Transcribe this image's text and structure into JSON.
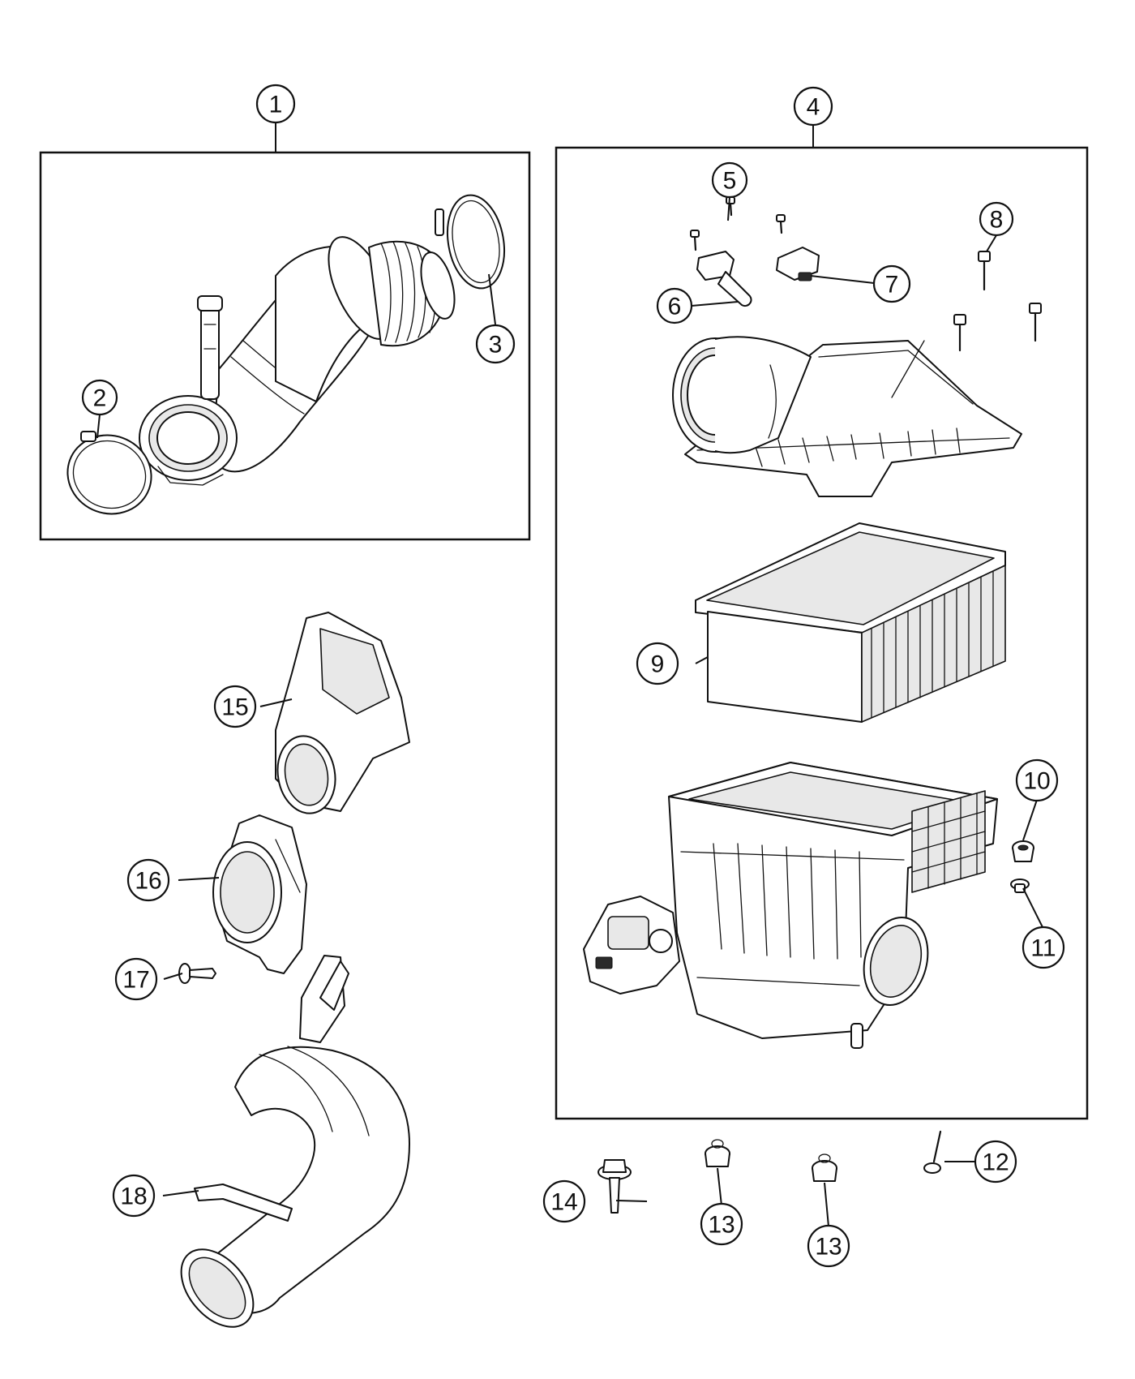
{
  "callouts": [
    {
      "id": "1",
      "label": "1"
    },
    {
      "id": "2",
      "label": "2"
    },
    {
      "id": "3",
      "label": "3"
    },
    {
      "id": "4",
      "label": "4"
    },
    {
      "id": "5",
      "label": "5"
    },
    {
      "id": "6",
      "label": "6"
    },
    {
      "id": "7",
      "label": "7"
    },
    {
      "id": "8",
      "label": "8"
    },
    {
      "id": "9",
      "label": "9"
    },
    {
      "id": "10",
      "label": "10"
    },
    {
      "id": "11",
      "label": "11"
    },
    {
      "id": "12",
      "label": "12"
    },
    {
      "id": "13a",
      "label": "13"
    },
    {
      "id": "13b",
      "label": "13"
    },
    {
      "id": "14",
      "label": "14"
    },
    {
      "id": "15",
      "label": "15"
    },
    {
      "id": "16",
      "label": "16"
    },
    {
      "id": "17",
      "label": "17"
    },
    {
      "id": "18",
      "label": "18"
    }
  ],
  "colors": {
    "line": "#111111",
    "background": "#ffffff"
  }
}
